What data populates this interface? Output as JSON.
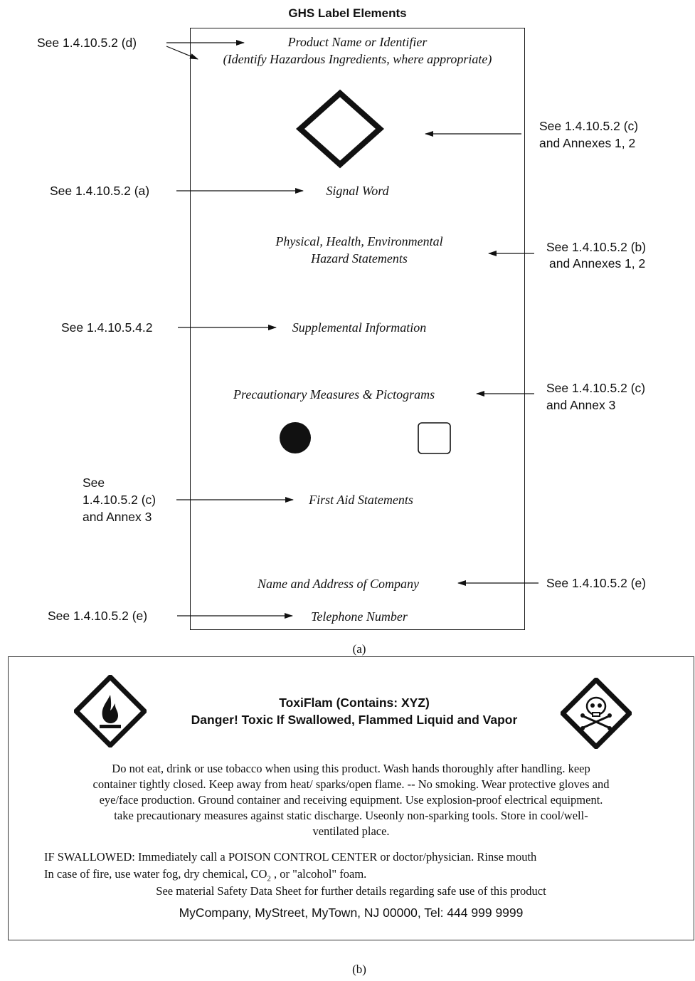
{
  "title": "GHS Label Elements",
  "label_elements": {
    "product_name": "Product Name or Identifier",
    "product_note": "(Identify Hazardous Ingredients, where appropriate)",
    "signal_word": "Signal Word",
    "hazard_line1": "Physical, Health, Environmental",
    "hazard_line2": "Hazard Statements",
    "supplemental": "Supplemental Information",
    "precautionary": "Precautionary Measures & Pictograms",
    "first_aid": "First Aid Statements",
    "company": "Name and Address of Company",
    "telephone": "Telephone Number"
  },
  "references": {
    "product": "See 1.4.10.5.2 (d)",
    "pictogram_line1": "See 1.4.10.5.2 (c)",
    "pictogram_line2": "and Annexes 1, 2",
    "signal": "See 1.4.10.5.2 (a)",
    "hazard_line1": "See 1.4.10.5.2 (b)",
    "hazard_line2": "and Annexes 1, 2",
    "supplemental": "See 1.4.10.5.4.2",
    "precaution_line1": "See 1.4.10.5.2 (c)",
    "precaution_line2": "and Annex 3",
    "firstaid_line1": "See",
    "firstaid_line2": "1.4.10.5.2 (c)",
    "firstaid_line3": "and Annex 3",
    "company": "See 1.4.10.5.2 (e)",
    "telephone": "See 1.4.10.5.2 (e)"
  },
  "caption_a": "(a)",
  "example": {
    "product": "ToxiFlam (Contains: XYZ)",
    "danger": "Danger! Toxic If Swallowed, Flammed Liquid and Vapor",
    "precaution_lines": [
      "Do not eat, drink or use tobacco when using this product. Wash hands thoroughly after handling. keep",
      "container tightly closed. Keep away from heat/ sparks/open flame. -- No smoking. Wear protective gloves and",
      "eye/face production. Ground container and receiving equipment. Use explosion-proof electrical equipment.",
      "take precautionary measures against static discharge. Useonly non-sparking tools. Store in cool/well-",
      "ventilated place."
    ],
    "swallowed": "IF SWALLOWED: Immediately call a POISON CONTROL CENTER or doctor/physician. Rinse mouth",
    "fire_prefix": "In case of fire, use water fog, dry chemical, CO",
    "fire_sub": "2",
    "fire_suffix": " , or \"alcohol\" foam.",
    "sds": "See material Safety Data Sheet for further details regarding safe use of this product",
    "company": "MyCompany, MyStreet, MyTown, NJ 00000, Tel: 444 999 9999",
    "pictogram_left": "flame-icon",
    "pictogram_right": "skull-crossbones-icon"
  },
  "caption_b": "(b)"
}
